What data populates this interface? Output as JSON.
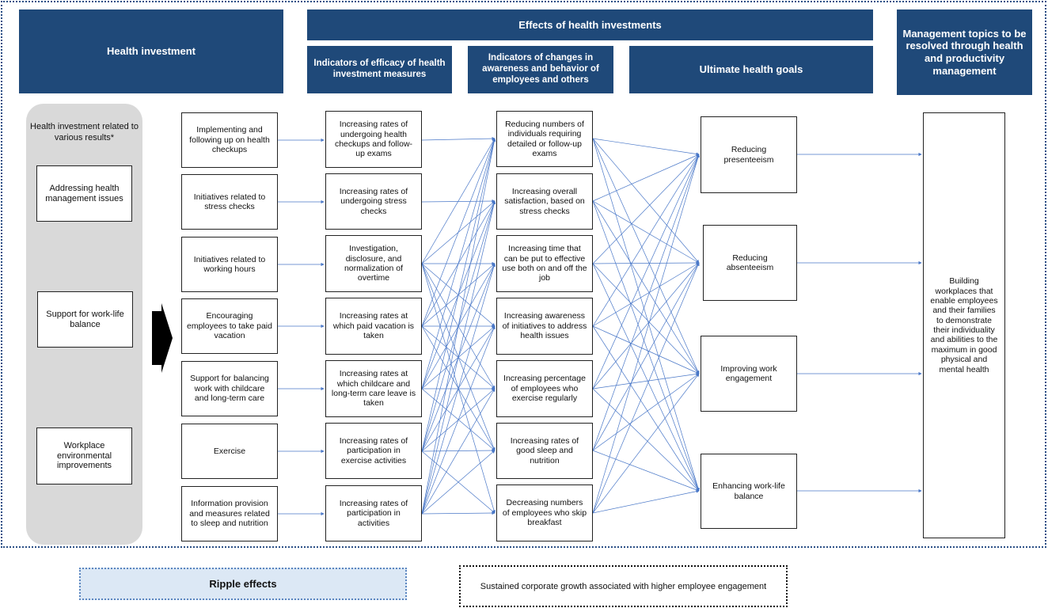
{
  "headers": {
    "health_investment": "Health investment",
    "effects": "Effects of health investments",
    "efficacy_indicators": "Indicators of efficacy of health investment measures",
    "awareness_indicators": "Indicators of changes in awareness and behavior of employees and others",
    "ultimate_goals": "Ultimate health goals",
    "management_topics": "Management topics to be resolved through health and productivity management"
  },
  "left_panel": {
    "title": "Health investment related to various results*",
    "items": [
      "Addressing health management issues",
      "Support for work-life balance",
      "Workplace environmental improvements"
    ]
  },
  "investments": [
    "Implementing and following up on health checkups",
    "Initiatives related to stress checks",
    "Initiatives related to working hours",
    "Encouraging employees to take paid vacation",
    "Support for balancing work with childcare and long-term care",
    "Exercise",
    "Information provision and measures related to sleep and nutrition"
  ],
  "efficacy": [
    "Increasing rates of undergoing health checkups and follow-up exams",
    "Increasing rates of undergoing stress checks",
    "Investigation, disclosure, and normalization of overtime",
    "Increasing rates at which paid vacation is taken",
    "Increasing rates at which childcare and long-term care leave is taken",
    "Increasing rates of participation in exercise activities",
    "Increasing rates of participation in activities"
  ],
  "awareness": [
    "Reducing numbers of individuals requiring detailed or follow-up exams",
    "Increasing overall satisfaction, based on stress checks",
    "Increasing time that can be put to effective use both on and off the job",
    "Increasing awareness of initiatives to address health issues",
    "Increasing percentage of employees who exercise regularly",
    "Increasing rates of good sleep and nutrition",
    "Decreasing numbers of employees who skip breakfast"
  ],
  "goals": [
    "Reducing presenteeism",
    "Reducing absenteeism",
    "Improving work engagement",
    "Enhancing work-life balance"
  ],
  "management": "Building workplaces that enable employees and their families to demonstrate their individuality and abilities to the maximum in good physical and mental health",
  "footer": {
    "ripple": "Ripple effects",
    "sustained": "Sustained corporate growth associated with higher employee engagement"
  },
  "colors": {
    "header_bg": "#1f4979",
    "arrow": "#4a78c8",
    "grey_panel": "#d9d9d9",
    "ripple_bg": "#dce8f5"
  }
}
